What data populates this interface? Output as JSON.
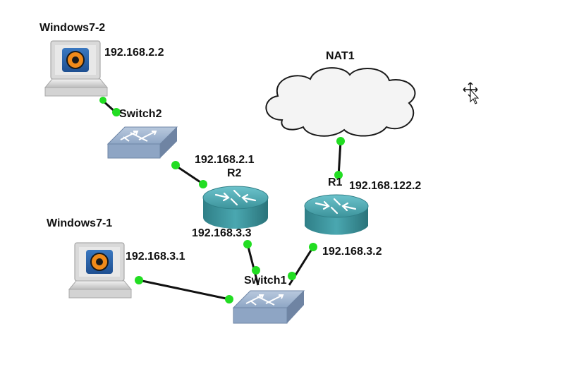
{
  "devices": {
    "win2": {
      "name": "Windows7-2",
      "ip": "192.168.2.2"
    },
    "win1": {
      "name": "Windows7-1",
      "ip": "192.168.3.1"
    },
    "switch2": {
      "name": "Switch2"
    },
    "switch1": {
      "name": "Switch1"
    },
    "r2": {
      "name": "R2",
      "ip_top": "192.168.2.1",
      "ip_bottom": "192.168.3.3"
    },
    "r1": {
      "name": "R1",
      "ip_top": "192.168.122.2",
      "ip_bottom": "192.168.3.2"
    },
    "nat": {
      "name": "NAT1"
    }
  },
  "colors": {
    "link_dot": "#22dd22",
    "link_line": "#111111",
    "router_body": "#3f9aa3",
    "switch_body": "#8fa6c6"
  },
  "icons": {
    "cursor": "move-cursor-icon"
  }
}
